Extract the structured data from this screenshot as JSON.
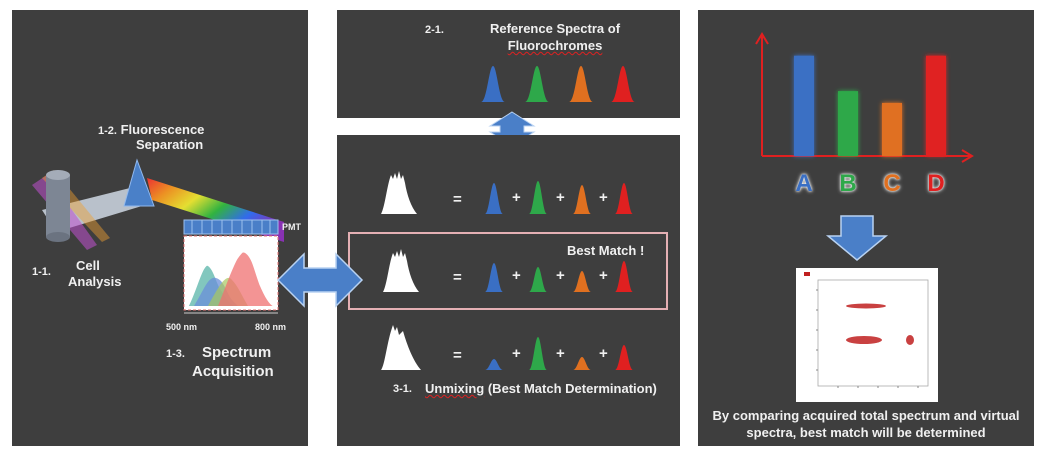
{
  "panel1": {
    "step_1_2_num": "1-2.",
    "step_1_2_title_line1": "Fluorescence",
    "step_1_2_title_line2": "Separation",
    "pmt_label": "PMT",
    "step_1_1_num": "1-1.",
    "step_1_1_title_line1": "Cell",
    "step_1_1_title_line2": "Analysis",
    "axis_min": "500 nm",
    "axis_max": "800 nm",
    "step_1_3_num": "1-3.",
    "step_1_3_title_line1": "Spectrum",
    "step_1_3_title_line2": "Acquisition"
  },
  "panel2": {
    "step_2_1_num": "2-1.",
    "step_2_1_title_line1": "Reference Spectra of",
    "step_2_1_title_line2": "Fluorochromes",
    "equals": "=",
    "plus": "+",
    "best_match": "Best Match !",
    "step_3_1_num": "3-1.",
    "step_3_1_title_word1": "Unmixing",
    "step_3_1_title_rest": " (Best Match Determination)"
  },
  "panel3": {
    "bar_labels": [
      "A",
      "B",
      "C",
      "D"
    ],
    "bar_values": [
      0.85,
      0.55,
      0.45,
      0.85
    ],
    "caption_line1": "By comparing acquired total spectrum and virtual",
    "caption_line2": "spectra, best match will be determined"
  },
  "colors": {
    "blue": "#3a6fc4",
    "green": "#2ea84a",
    "orange": "#e07020",
    "red": "#e02020",
    "arrow": "#4a7fc8"
  }
}
